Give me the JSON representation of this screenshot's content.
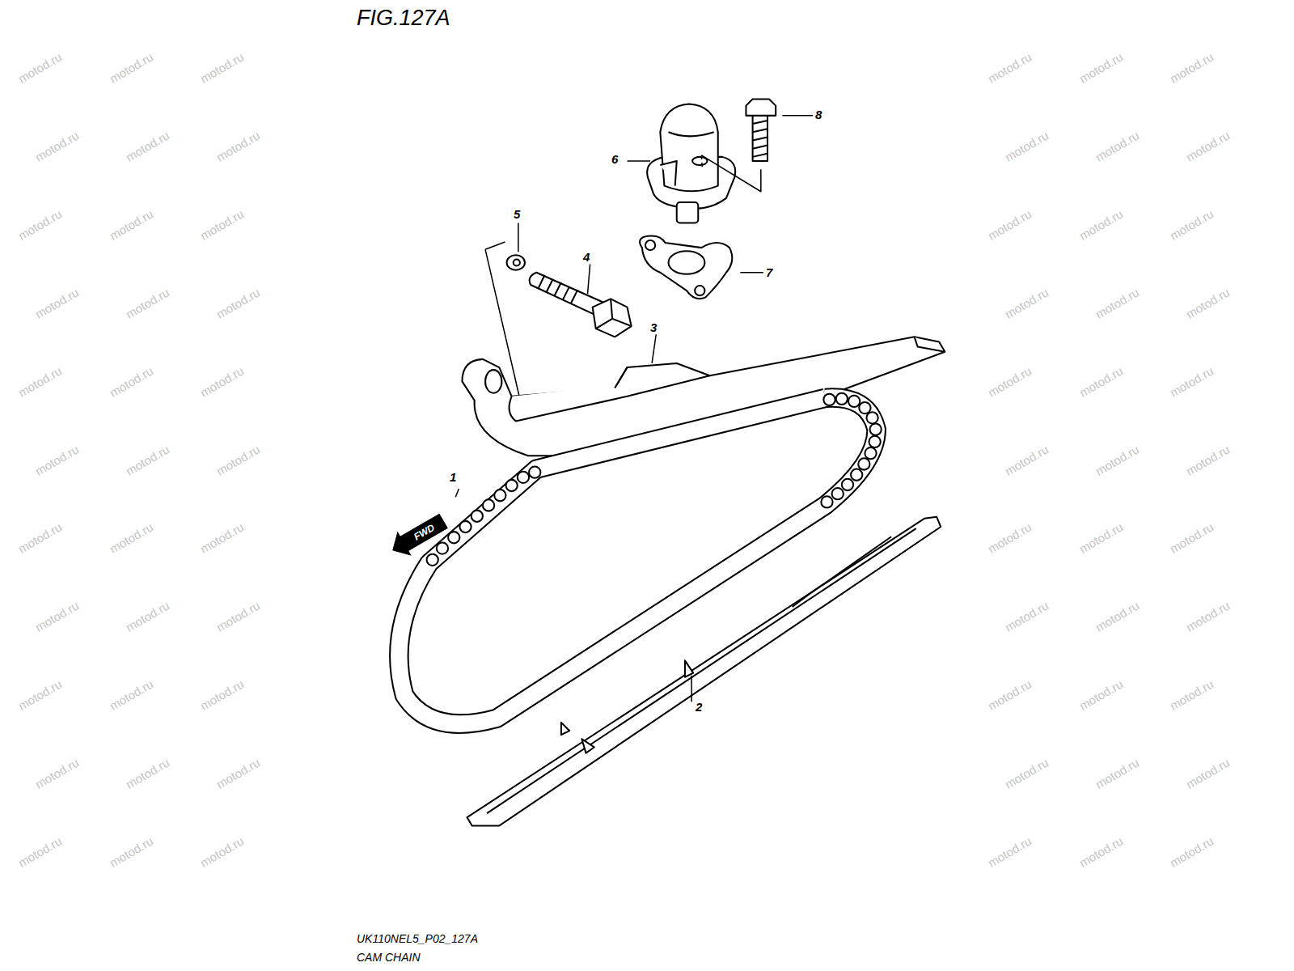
{
  "diagram": {
    "title": "FIG.127A",
    "caption": "CAM CHAIN",
    "nodes": [
      {
        "text": [
          "FWD"
        ]
      }
    ],
    "labels": [
      "8",
      "6",
      "5",
      "4",
      "7",
      "3",
      "1",
      "2",
      "UK110NEL5_P02_127A",
      "motod.ru",
      "motod.ru",
      "motod.ru",
      "motod.ru",
      "motod.ru",
      "motod.ru",
      "motod.ru",
      "motod.ru",
      "motod.ru",
      "motod.ru",
      "motod.ru",
      "motod.ru",
      "motod.ru",
      "motod.ru",
      "motod.ru",
      "motod.ru",
      "motod.ru",
      "motod.ru",
      "motod.ru",
      "motod.ru",
      "motod.ru",
      "motod.ru",
      "motod.ru",
      "motod.ru",
      "motod.ru",
      "motod.ru",
      "motod.ru",
      "motod.ru",
      "motod.ru",
      "motod.ru",
      "motod.ru",
      "motod.ru",
      "motod.ru",
      "motod.ru",
      "motod.ru",
      "motod.ru",
      "motod.ru",
      "motod.ru",
      "motod.ru",
      "motod.ru",
      "motod.ru",
      "motod.ru",
      "motod.ru",
      "motod.ru",
      "motod.ru",
      "motod.ru",
      "motod.ru",
      "motod.ru",
      "motod.ru",
      "motod.ru",
      "motod.ru",
      "motod.ru",
      "motod.ru",
      "motod.ru",
      "motod.ru",
      "motod.ru",
      "motod.ru",
      "motod.ru",
      "motod.ru",
      "motod.ru",
      "motod.ru",
      "motod.ru",
      "motod.ru",
      "motod.ru",
      "motod.ru",
      "motod.ru"
    ]
  }
}
